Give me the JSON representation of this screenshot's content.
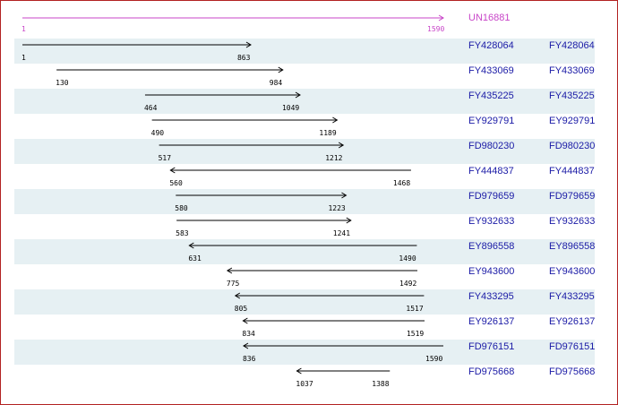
{
  "reference": {
    "id": "UN16881",
    "start": 1,
    "end": 1590,
    "color": "#c845c8"
  },
  "scale": {
    "min": 1,
    "max": 1590
  },
  "colors": {
    "row_shade": "#e6f0f3",
    "link": "#1a1aa6",
    "line": "#000000",
    "border": "#b22222"
  },
  "alignments": [
    {
      "id": "FY428064",
      "start": 1,
      "end": 863,
      "direction": "forward",
      "shaded": true,
      "col2": "FY428064"
    },
    {
      "id": "FY433069",
      "start": 130,
      "end": 984,
      "direction": "forward",
      "shaded": false,
      "col2": "FY433069"
    },
    {
      "id": "FY435225",
      "start": 464,
      "end": 1049,
      "direction": "forward",
      "shaded": true,
      "col2": "FY435225"
    },
    {
      "id": "EY929791",
      "start": 490,
      "end": 1189,
      "direction": "forward",
      "shaded": false,
      "col2": "EY929791"
    },
    {
      "id": "FD980230",
      "start": 517,
      "end": 1212,
      "direction": "forward",
      "shaded": true,
      "col2": "FD980230"
    },
    {
      "id": "FY444837",
      "start": 560,
      "end": 1468,
      "direction": "reverse",
      "shaded": false,
      "col2": "FY444837"
    },
    {
      "id": "FD979659",
      "start": 580,
      "end": 1223,
      "direction": "forward",
      "shaded": true,
      "col2": "FD979659"
    },
    {
      "id": "EY932633",
      "start": 583,
      "end": 1241,
      "direction": "forward",
      "shaded": false,
      "col2": "EY932633"
    },
    {
      "id": "EY896558",
      "start": 631,
      "end": 1490,
      "direction": "reverse",
      "shaded": true,
      "col2": "EY896558"
    },
    {
      "id": "EY943600",
      "start": 775,
      "end": 1492,
      "direction": "reverse",
      "shaded": false,
      "col2": "EY943600"
    },
    {
      "id": "FY433295",
      "start": 805,
      "end": 1517,
      "direction": "reverse",
      "shaded": true,
      "col2": "FY433295"
    },
    {
      "id": "EY926137",
      "start": 834,
      "end": 1519,
      "direction": "reverse",
      "shaded": false,
      "col2": "EY926137"
    },
    {
      "id": "FD976151",
      "start": 836,
      "end": 1590,
      "direction": "reverse",
      "shaded": true,
      "col2": "FD976151"
    },
    {
      "id": "FD975668",
      "start": 1037,
      "end": 1388,
      "direction": "reverse",
      "shaded": false,
      "col2": "FD975668"
    }
  ]
}
